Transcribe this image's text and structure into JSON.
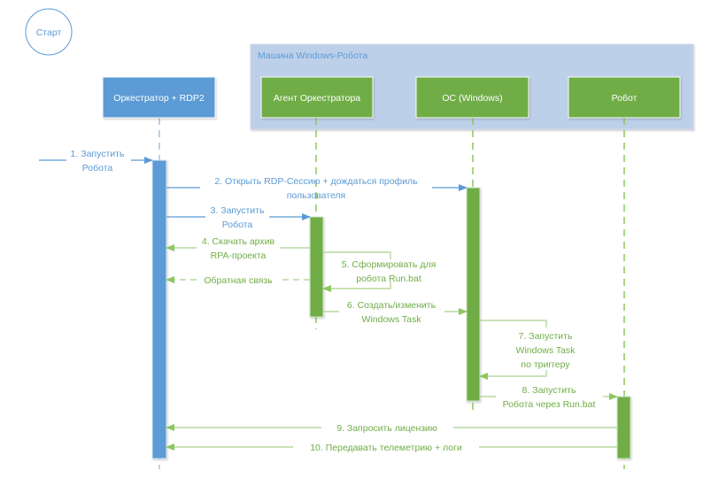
{
  "colors": {
    "blue": "#5b9bd5",
    "blue_text": "#5b9bd5",
    "green": "#70ad47",
    "green_line": "#a9d18e",
    "green_text": "#70ad47",
    "group_fill": "#bdd0e9",
    "start_stroke": "#5b9bd5"
  },
  "start": {
    "label": "Старт"
  },
  "group": {
    "title": "Машина Windows-Робота"
  },
  "participants": [
    {
      "id": "orchestrator",
      "label": "Оркестратор + RDP2",
      "color": "blue"
    },
    {
      "id": "agent",
      "label": "Агент Оркестратора",
      "color": "green"
    },
    {
      "id": "os",
      "label": "ОС (Windows)",
      "color": "green"
    },
    {
      "id": "robot",
      "label": "Робот",
      "color": "green"
    }
  ],
  "messages": [
    {
      "n": 1,
      "lines": [
        "1. Запустить",
        "Робота"
      ],
      "from": "external",
      "to": "orchestrator",
      "style": "solid",
      "color": "blue"
    },
    {
      "n": 2,
      "lines": [
        "2. Открыть RDP-Сессию + дождаться профиль",
        "пользователя"
      ],
      "from": "orchestrator",
      "to": "os",
      "style": "solid",
      "color": "blue"
    },
    {
      "n": 3,
      "lines": [
        "3. Запустить",
        "Робота"
      ],
      "from": "orchestrator",
      "to": "agent",
      "style": "solid",
      "color": "blue"
    },
    {
      "n": 4,
      "lines": [
        "4. Скачать архив",
        "RPA-проекта"
      ],
      "from": "agent",
      "to": "orchestrator",
      "style": "solid",
      "color": "green"
    },
    {
      "n": 5,
      "lines": [
        "5. Сформировать для",
        "робота Run.bat"
      ],
      "from": "agent",
      "to": "agent",
      "style": "self",
      "color": "green"
    },
    {
      "n": 0,
      "lines": [
        "Обратная связь"
      ],
      "from": "agent",
      "to": "orchestrator",
      "style": "dashed",
      "color": "green"
    },
    {
      "n": 6,
      "lines": [
        "6. Создать/изменить",
        "Windows Task"
      ],
      "from": "agent",
      "to": "os",
      "style": "solid",
      "color": "green"
    },
    {
      "n": 7,
      "lines": [
        "7. Запустить",
        "Windows Task",
        "по триггеру"
      ],
      "from": "os",
      "to": "os",
      "style": "self",
      "color": "green"
    },
    {
      "n": 8,
      "lines": [
        "8. Запустить",
        "Робота через Run.bat"
      ],
      "from": "os",
      "to": "robot",
      "style": "solid",
      "color": "green"
    },
    {
      "n": 9,
      "lines": [
        "9. Запросить лицензию"
      ],
      "from": "robot",
      "to": "orchestrator",
      "style": "solid",
      "color": "green"
    },
    {
      "n": 10,
      "lines": [
        "10. Передавать телеметрию + логи"
      ],
      "from": "robot",
      "to": "orchestrator",
      "style": "solid",
      "color": "green"
    }
  ]
}
